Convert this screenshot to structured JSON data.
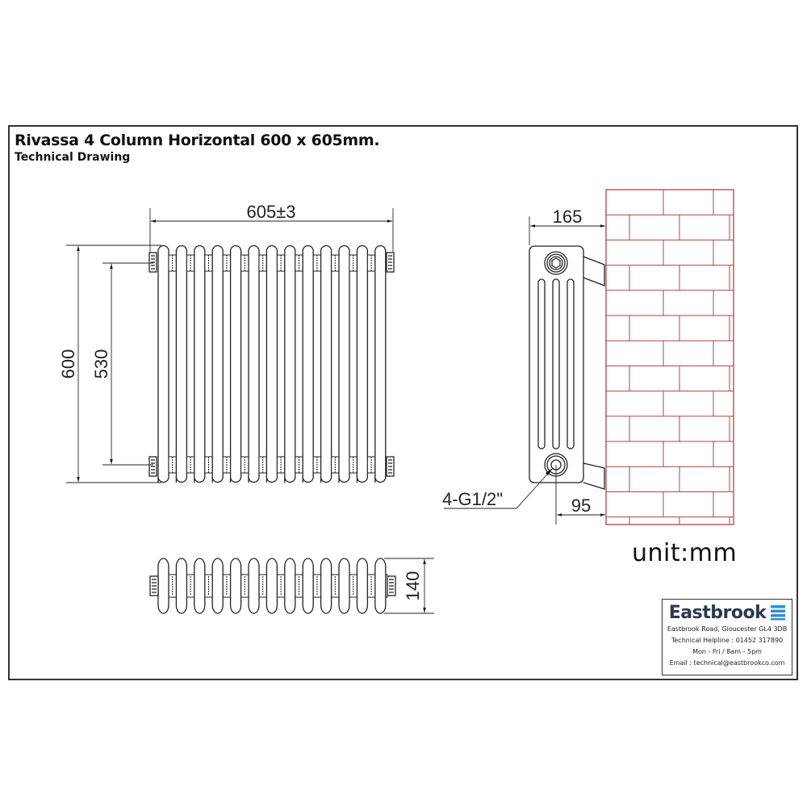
{
  "document": {
    "title": "Rivassa 4 Column Horizontal 600 x 605mm.",
    "subtitle": "Technical Drawing"
  },
  "front_view": {
    "column_count": 13,
    "dimensions": {
      "width": "605±3",
      "height": "600",
      "pipe_centres": "530"
    }
  },
  "top_view": {
    "column_count": 13,
    "dimensions": {
      "depth": "140"
    }
  },
  "side_view": {
    "tubes_per_section": 4,
    "dimensions": {
      "wall_to_front": "165",
      "wall_to_pipe_centre": "95",
      "connection": "4-G1/2\""
    }
  },
  "unit_label": "unit:mm",
  "colors": {
    "line": "#222222",
    "brick": "#b5413f",
    "brand_text": "#2b3a4a",
    "brand_logo": "#2e8fd6"
  },
  "company": {
    "name": "Eastbrook",
    "address": "Eastbrook Road, Gloucester GL4 3DB",
    "helpline": "Technical Helpline : 01452 317890",
    "hours": "Mon - Fri / 8am - 5pm",
    "email": "Email : technical@eastbrookco.com"
  }
}
